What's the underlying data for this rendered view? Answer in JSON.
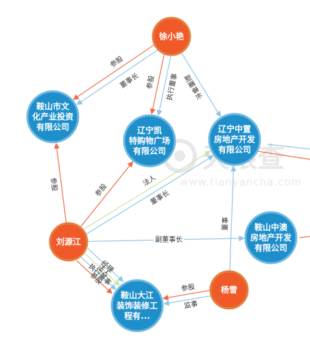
{
  "watermark": {
    "logo_text": "天眼查",
    "url_text": "www.tianyancha.com"
  },
  "colors": {
    "person_fill": "#F05A28",
    "person_stroke": "#E2803F",
    "company_fill": "#1E8FCB",
    "company_stroke": "#6DB8E0",
    "edge_blue": "#8EC6E6",
    "edge_red": "#F06A47",
    "edge_green": "#C9E3A7",
    "label_text": "#333333"
  },
  "nodes": [
    {
      "id": "xu",
      "kind": "person",
      "lines": [
        "徐小艳"
      ]
    },
    {
      "id": "liu",
      "kind": "person",
      "lines": [
        "刘源江"
      ]
    },
    {
      "id": "yang",
      "kind": "person",
      "lines": [
        "杨雪"
      ]
    },
    {
      "id": "wenhua",
      "kind": "company",
      "lines": [
        "鞍山市文",
        "化产业投资",
        "有限公司"
      ]
    },
    {
      "id": "kaite",
      "kind": "company",
      "lines": [
        "辽宁凯",
        "特购物广场",
        "有限公司"
      ]
    },
    {
      "id": "zhongzhi",
      "kind": "company",
      "lines": [
        "辽宁中置",
        "房地产开发",
        "有限公司"
      ]
    },
    {
      "id": "zhongao",
      "kind": "company",
      "lines": [
        "鞍山中澳",
        "房地产开发",
        "有限公司"
      ]
    },
    {
      "id": "dajiang",
      "kind": "company",
      "lines": [
        "鞍山大江",
        "装饰装修工",
        "程有..."
      ]
    }
  ],
  "edges": [
    {
      "id": "xu-wenhua-1",
      "from": "xu",
      "to": "wenhua",
      "color": "blue",
      "labels": [
        "董事长"
      ]
    },
    {
      "id": "xu-wenhua-2",
      "from": "xu",
      "to": "wenhua",
      "color": "red",
      "labels": [
        "参股"
      ]
    },
    {
      "id": "xu-kaite-1",
      "from": "xu",
      "to": "kaite",
      "color": "blue",
      "labels": [
        "执行董事"
      ]
    },
    {
      "id": "xu-kaite-2",
      "from": "xu",
      "to": "kaite",
      "color": "red",
      "labels": [
        "参股"
      ]
    },
    {
      "id": "xu-zhongzhi",
      "from": "xu",
      "to": "zhongzhi",
      "color": "blue",
      "labels": [
        "副董事长"
      ]
    },
    {
      "id": "liu-wenhua",
      "from": "liu",
      "to": "wenhua",
      "color": "red",
      "labels": [
        "参股"
      ]
    },
    {
      "id": "liu-kaite",
      "from": "liu",
      "to": "kaite",
      "color": "red",
      "labels": [
        "参股"
      ]
    },
    {
      "id": "liu-zhongzhi-1",
      "from": "liu",
      "to": "zhongzhi",
      "color": "green",
      "labels": [
        "法人"
      ]
    },
    {
      "id": "liu-zhongzhi-2",
      "from": "liu",
      "to": "zhongzhi",
      "color": "blue",
      "labels": [
        "董事长"
      ]
    },
    {
      "id": "liu-zhongao",
      "from": "liu",
      "to": "zhongao",
      "color": "blue",
      "labels": [
        "副董事长"
      ]
    },
    {
      "id": "liu-dajiang-1",
      "from": "liu",
      "to": "dajiang",
      "color": "red",
      "labels": [
        "参股"
      ]
    },
    {
      "id": "liu-dajiang-2",
      "from": "liu",
      "to": "dajiang",
      "color": "blue",
      "labels": [
        "执行董事"
      ]
    },
    {
      "id": "liu-dajiang-3",
      "from": "liu",
      "to": "dajiang",
      "color": "green",
      "labels": [
        "法人"
      ]
    },
    {
      "id": "liu-dajiang-4",
      "from": "liu",
      "to": "dajiang",
      "color": "blue",
      "labels": [
        "经理"
      ]
    },
    {
      "id": "yang-zhongzhi",
      "from": "yang",
      "to": "zhongzhi",
      "color": "blue",
      "labels": [
        "董事"
      ]
    },
    {
      "id": "yang-dajiang-1",
      "from": "yang",
      "to": "dajiang",
      "color": "blue",
      "labels": [
        "监事"
      ]
    },
    {
      "id": "yang-dajiang-2",
      "from": "yang",
      "to": "dajiang",
      "color": "red",
      "labels": [
        "参股"
      ]
    }
  ]
}
